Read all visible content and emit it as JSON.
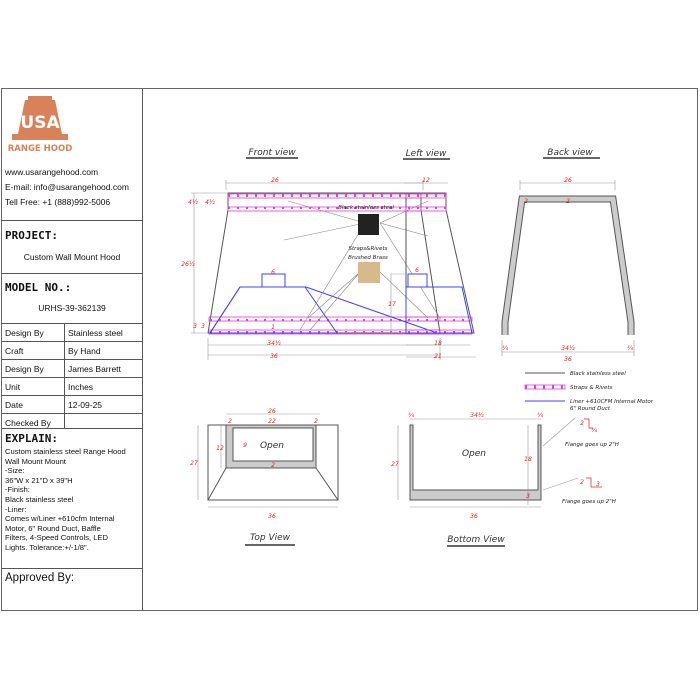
{
  "company": {
    "logo_text": "USA",
    "logo_sub": "RANGE HOOD",
    "website": "www.usarangehood.com",
    "email": "E-mail: info@usarangehood.com",
    "phone": "Tell Free: +1 (888)992-5006"
  },
  "project": {
    "label": "PROJECT:",
    "value": "Custom Wall Mount Hood"
  },
  "model": {
    "label": "MODEL NO.:",
    "value": "URHS-39-362139"
  },
  "specs": [
    {
      "key": "Design By",
      "value": "Stainless steel"
    },
    {
      "key": "Craft",
      "value": "By Hand"
    },
    {
      "key": "Design By",
      "value": "James Barrett"
    },
    {
      "key": "Unit",
      "value": "Inches"
    },
    {
      "key": "Date",
      "value": "12-09-25"
    },
    {
      "key": "Checked By",
      "value": ""
    }
  ],
  "explain": {
    "label": "EXPLAIN:",
    "lines": [
      "Custom stainless steel Range Hood",
      "Wall Mount Mount",
      "-Size:",
      "36\"W x 21\"D x 39\"H",
      "-Finish:",
      "Black stainless steel",
      "-Liner:",
      "Comes w/Liner +610cfm Internal",
      "Motor, 6\" Round Duct, Baffle",
      "Filters, 4-Speed Controls, LED",
      "Lights. Tolerance:+/-1/8\"."
    ]
  },
  "approved": {
    "label": "Approved By:"
  },
  "drawing": {
    "front": {
      "title": "Front view",
      "top": "26",
      "band1": "4½",
      "band2": "4½",
      "height": "26½",
      "duct": "6",
      "b1": "3",
      "b2": "3",
      "mid": "34½",
      "bottom": "36",
      "strap": "1"
    },
    "left": {
      "title": "Left view",
      "top": "12",
      "duct": "6",
      "height": "17",
      "mid": "18",
      "bottom": "21"
    },
    "back": {
      "title": "Back view",
      "top": "26",
      "t1": "2",
      "t2": "2",
      "left": "¾",
      "right": "¾",
      "mid": "34½",
      "bottom": "36"
    },
    "materials": {
      "black": "Black stainless steel",
      "brass1": "Straps&Rivets",
      "brass2": "Brushed Brass",
      "black_color": "#222222",
      "brass_color": "#d9b98a"
    },
    "legend": [
      {
        "label": "Black stainless steel",
        "color": "#555555"
      },
      {
        "label": "Straps & Rivets",
        "color": "#e040e0"
      },
      {
        "label": "Liner +610CFM Internal Motor",
        "label2": "6\" Round Duct",
        "color": "#4040ff"
      }
    ],
    "top": {
      "title": "Top View",
      "open": "Open",
      "w": "26",
      "l": "2",
      "m": "22",
      "r": "2",
      "depth": "27",
      "inner": "12",
      "inner2": "9",
      "b": "2",
      "bottom": "36"
    },
    "bottom": {
      "title": "Bottom View",
      "open": "Open",
      "l": "¾",
      "m": "34½",
      "r": "¾",
      "depth": "27",
      "inner": "18",
      "b": "3",
      "bottom": "36",
      "flange1": "Flange goes up 2\"H",
      "flange2": "Flange goes up 2\"H",
      "f1a": "2",
      "f1b": "¾",
      "f2a": "2",
      "f2b": "3"
    }
  }
}
